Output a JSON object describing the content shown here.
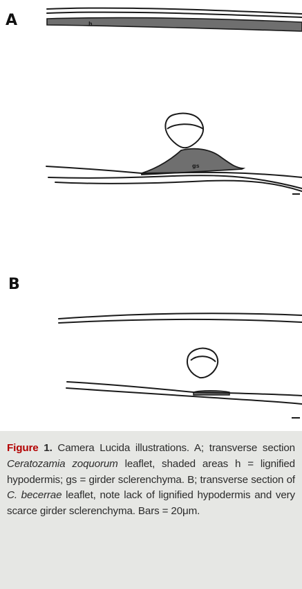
{
  "panels": {
    "a": {
      "label": "A",
      "hypodermis_label": "h",
      "girder_label": "gs"
    },
    "b": {
      "label": "B"
    }
  },
  "caption": {
    "figure_word": "Figure",
    "figure_number": "1.",
    "text_1": " Camera Lucida illustrations. A; transverse section ",
    "species_1": "Ceratozamia zoquorum",
    "text_2": " leaflet, shaded areas h = lignified hypodermis; gs = girder sclerenchyma. B; transverse section of ",
    "species_2": "C. becerrae",
    "text_3": " leaflet, note lack of lignified hypodermis and very scarce girder sclerenchyma. Bars = 20μm."
  },
  "colors": {
    "shading": "#6f6f6f",
    "line": "#1a1a1a",
    "caption_bg": "#e6e7e4",
    "figure_word": "#b30000"
  }
}
